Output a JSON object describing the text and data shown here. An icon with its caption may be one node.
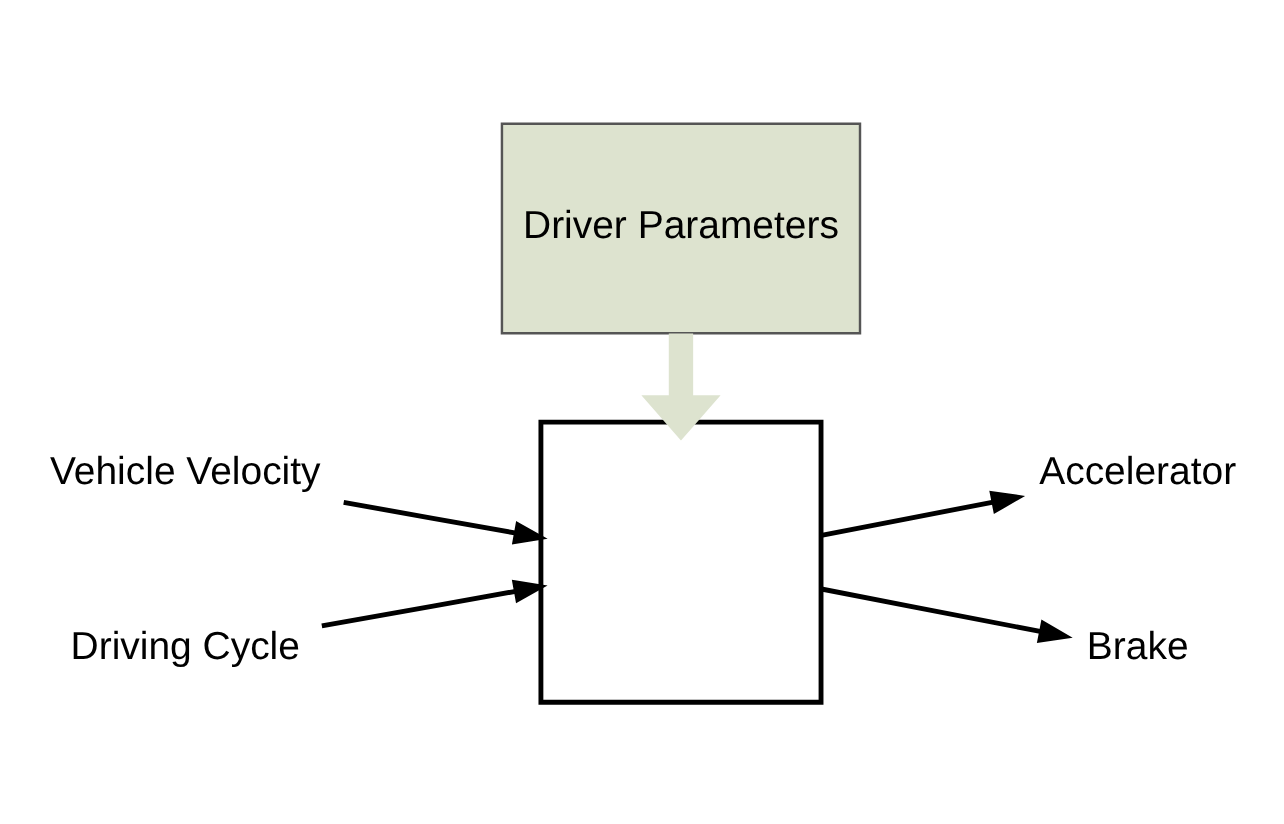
{
  "diagram": {
    "nodes": [
      {
        "text": [
          "Driver Parameters"
        ]
      },
      {
        "text": [],
        "shape": "box"
      },
      {
        "text": [
          "Vehicle Velocity"
        ]
      },
      {
        "text": [
          "Driving Cycle"
        ]
      },
      {
        "text": [
          "Accelerator"
        ]
      },
      {
        "text": [
          "Brake"
        ]
      }
    ],
    "edges": [
      {
        "from": 0,
        "to": 1,
        "arrow": "to",
        "style": "thick",
        "color": "#dde3cf"
      },
      {
        "from": 2,
        "to": 1,
        "arrow": "to"
      },
      {
        "from": 3,
        "to": 1,
        "arrow": "to"
      },
      {
        "from": 1,
        "to": 4,
        "arrow": "to"
      },
      {
        "from": 1,
        "to": 5,
        "arrow": "to"
      }
    ]
  }
}
